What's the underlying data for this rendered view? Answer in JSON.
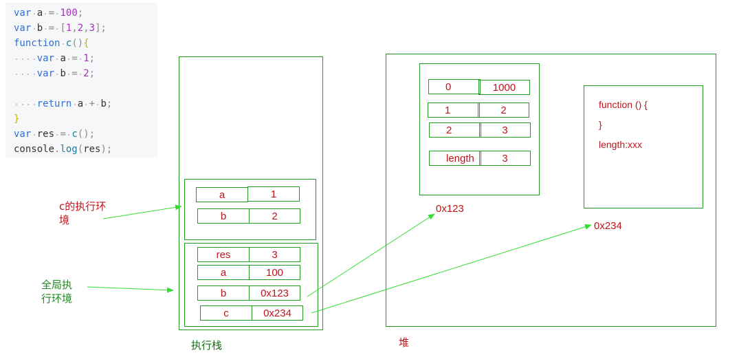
{
  "code": {
    "lines": [
      [
        "var",
        " ",
        "a",
        " ",
        "=",
        " ",
        "100",
        ";"
      ],
      [
        "var",
        " ",
        "b",
        " ",
        "=",
        " ",
        "[",
        "1",
        ",",
        "2",
        ",",
        "3",
        "]",
        ";"
      ],
      [
        "function",
        " ",
        "c",
        "(",
        ")",
        "{"
      ],
      [
        "    ",
        "var",
        " ",
        "a",
        " ",
        "=",
        " ",
        "1",
        ";"
      ],
      [
        "    ",
        "var",
        " ",
        "b",
        " ",
        "=",
        " ",
        "2",
        ";"
      ],
      [],
      [
        "    ",
        "return",
        " ",
        "a",
        " ",
        "+",
        " ",
        "b",
        ";"
      ],
      [
        "}"
      ],
      [
        "var",
        " ",
        "res",
        " ",
        "=",
        " ",
        "c",
        "(",
        ")",
        ";"
      ],
      [
        "console",
        ".",
        "log",
        "(",
        "res",
        ")",
        ";"
      ]
    ]
  },
  "stack": {
    "title": "执行栈",
    "c_context": {
      "rows": [
        {
          "name": "a",
          "value": "1"
        },
        {
          "name": "b",
          "value": "2"
        }
      ]
    },
    "global_context": {
      "rows": [
        {
          "name": "res",
          "value": "3"
        },
        {
          "name": "a",
          "value": "100"
        },
        {
          "name": "b",
          "value": "0x123"
        },
        {
          "name": "c",
          "value": "0x234"
        }
      ]
    }
  },
  "labels": {
    "c_context_line1": "c的执行环",
    "c_context_line2": "境",
    "global_context_line1": "全局执",
    "global_context_line2": "行环境"
  },
  "heap": {
    "title": "堆",
    "array_object": {
      "address": "0x123",
      "rows": [
        {
          "key": "0",
          "value": "1000"
        },
        {
          "key": "1",
          "value": "2"
        },
        {
          "key": "2",
          "value": "3"
        },
        {
          "key": "length",
          "value": "3"
        }
      ]
    },
    "function_object": {
      "address": "0x234",
      "lines": [
        "function () {",
        "}",
        "length:xxx"
      ]
    }
  },
  "colors": {
    "border": "#229a22",
    "arrow": "#33dd33",
    "value_text": "#c0141a"
  }
}
